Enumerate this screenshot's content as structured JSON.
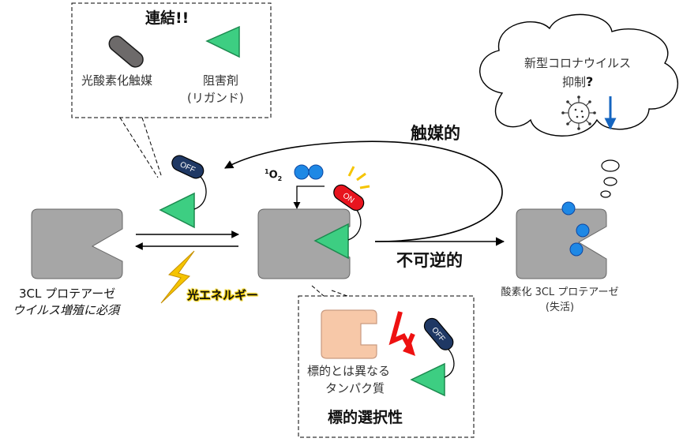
{
  "callout_top": {
    "title": "連結!!",
    "photocatalyst": "光酸素化触媒",
    "inhibitor": "阻害剤",
    "ligand": "(リガンド)"
  },
  "callout_bottom": {
    "other_protein_line1": "標的とは異なる",
    "other_protein_line2": "タンパク質",
    "title": "標的選択性"
  },
  "thought_bubble": {
    "line1": "新型コロナウイルス",
    "line2": "抑制",
    "question": "?"
  },
  "labels": {
    "catalytic": "触媒的",
    "irreversible": "不可逆的",
    "light_energy": "光エネルギー",
    "singlet_oxygen": "O",
    "singlet_oxygen_sup": "1",
    "singlet_oxygen_sub": "2",
    "off_tag": "OFF",
    "on_tag": "ON"
  },
  "protease": {
    "name": "3CL プロテアーゼ",
    "role": "ウイルス増殖に必須"
  },
  "oxidized": {
    "name": "酸素化 3CL プロテアーゼ",
    "state": "(失活)"
  },
  "colors": {
    "protein_gray": "#a6a6a6",
    "ligand_green": "#3dce82",
    "off_navy": "#1f3864",
    "on_red": "#e8141e",
    "oxygen_blue": "#1e88e5",
    "lightning_yellow": "#f5c400",
    "other_protein": "#f7c8a8",
    "selectivity_arrow": "#ee1111",
    "inhibition_arrow": "#1565c0"
  }
}
